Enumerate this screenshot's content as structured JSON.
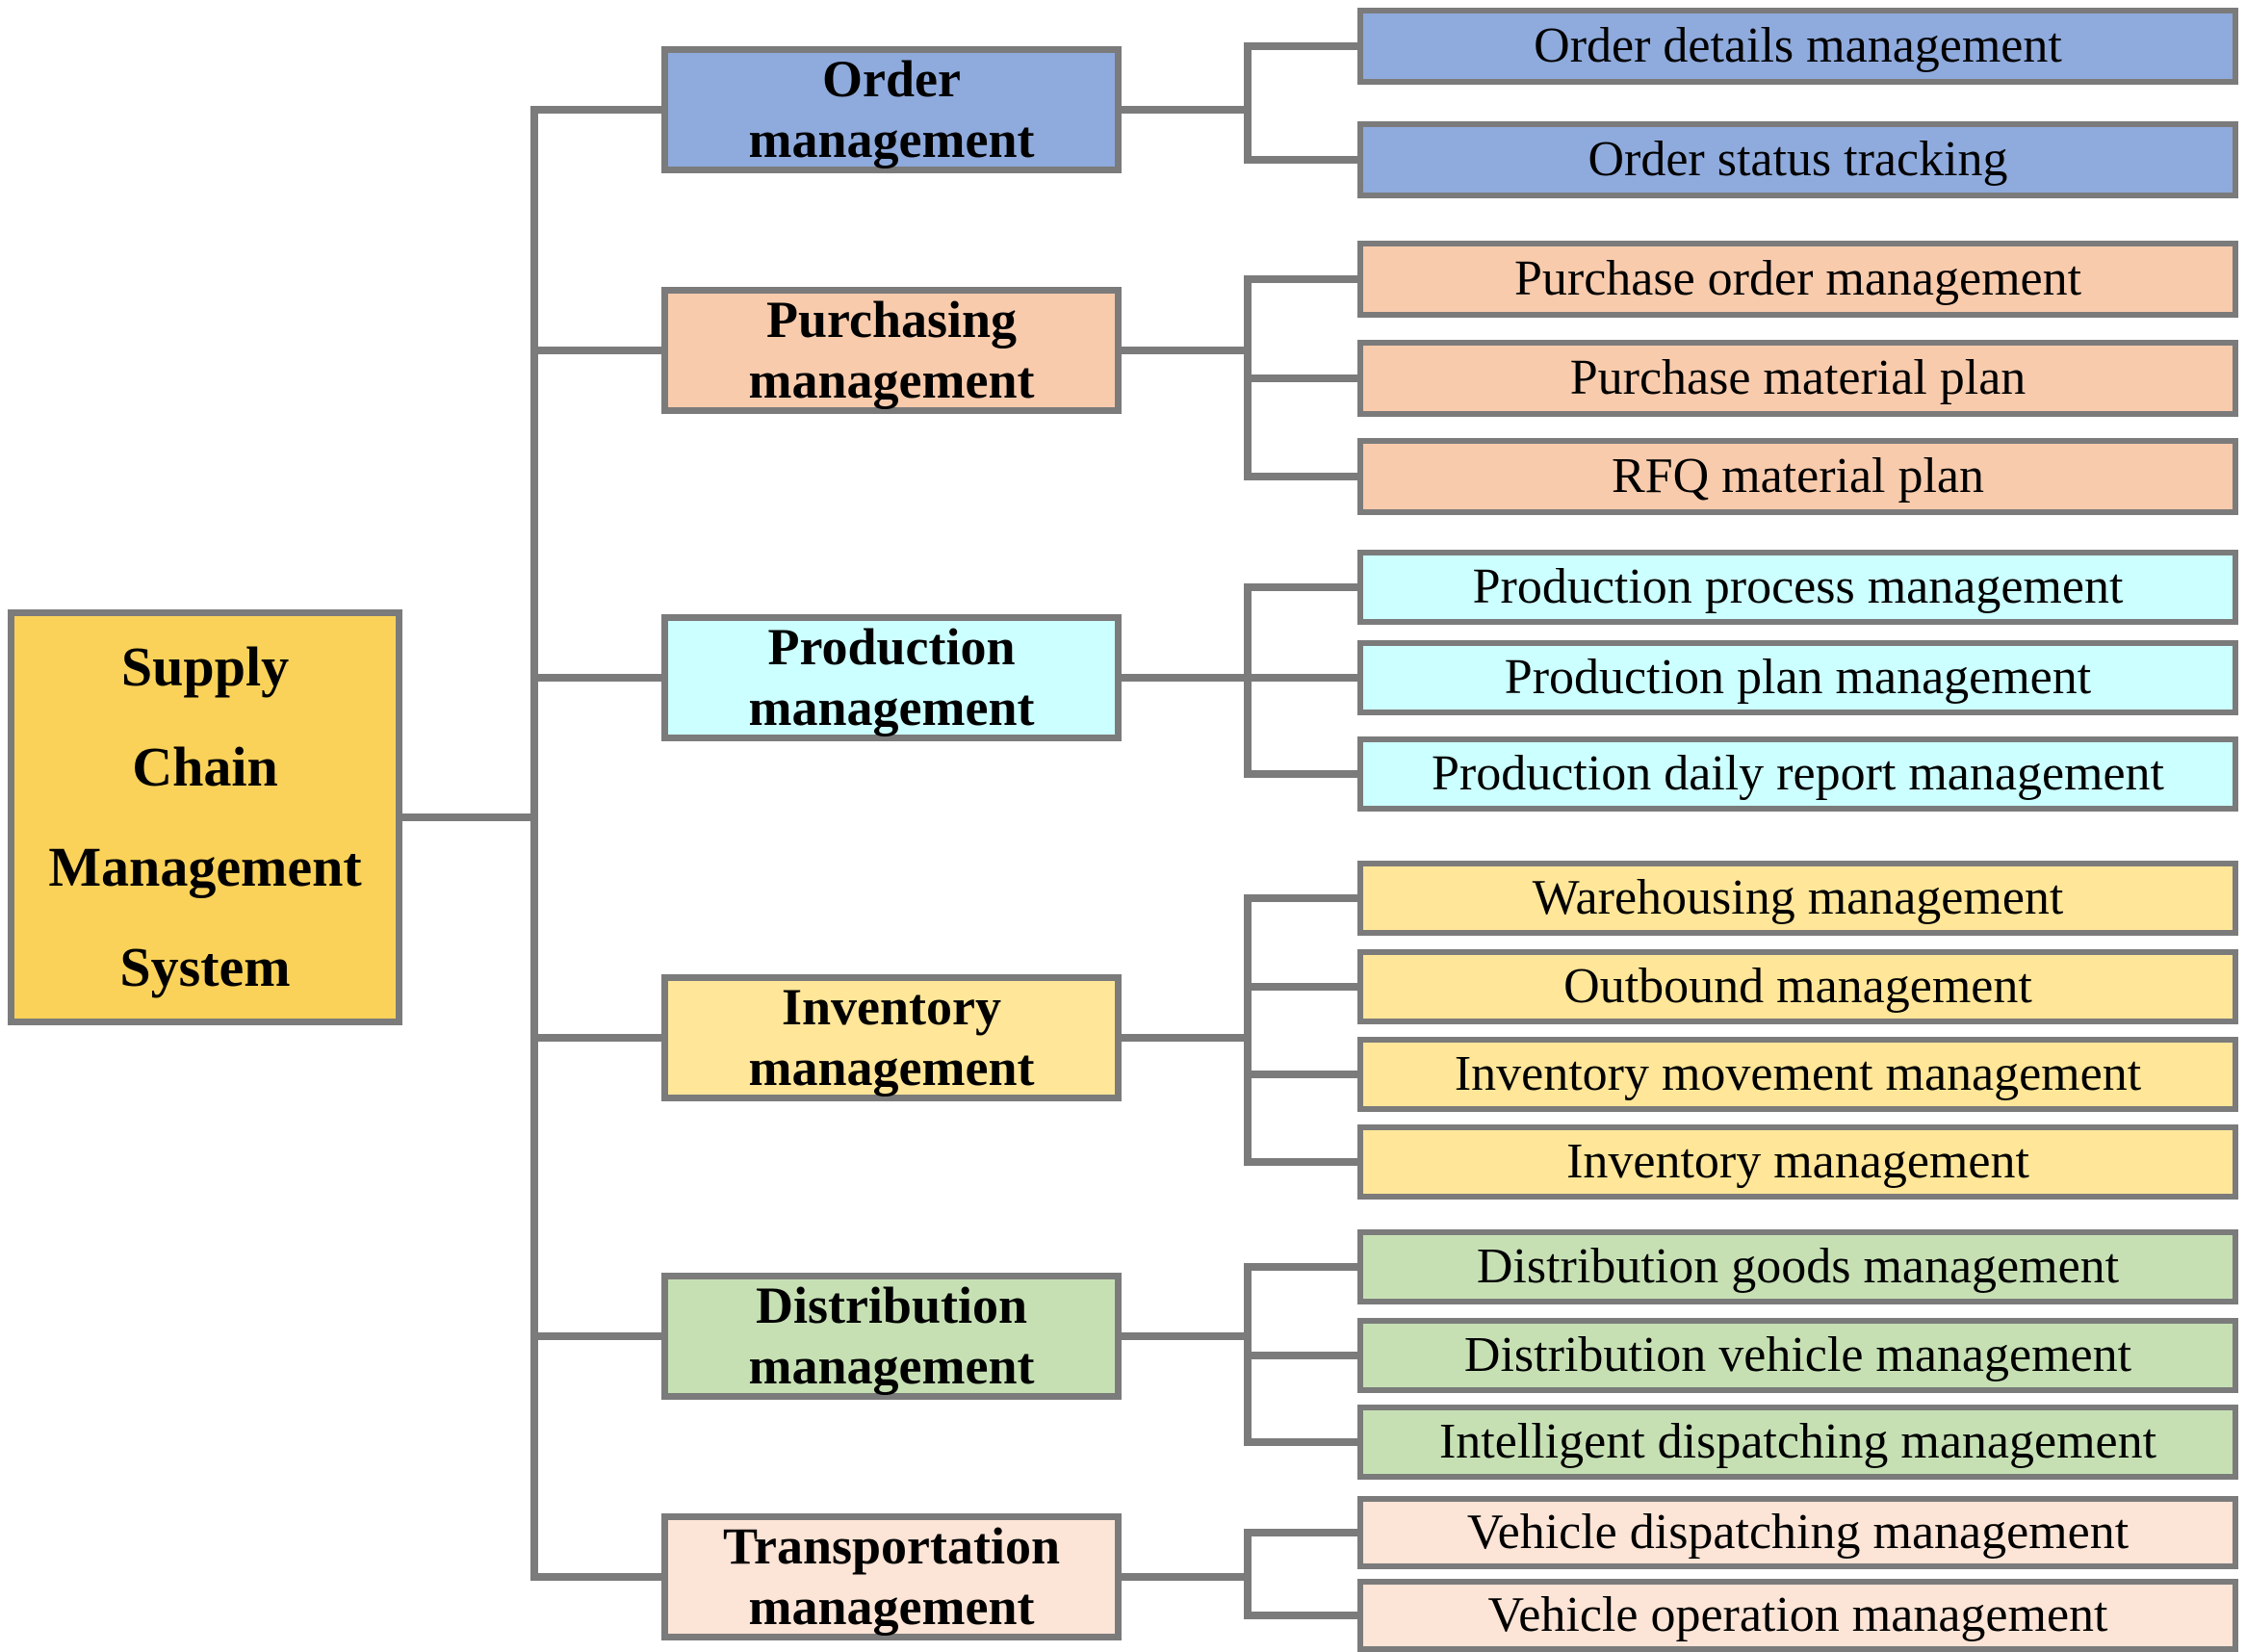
{
  "diagram": {
    "type": "tree",
    "background": "#ffffff",
    "connector_color": "#7b7b7b",
    "border_color": "#7b7b7b",
    "text_color": "#000000",
    "root": {
      "label_lines": [
        "Supply",
        "Chain",
        "Management",
        "System"
      ],
      "fill": "#fad25a"
    },
    "branches": [
      {
        "label_lines": [
          "Order",
          "management"
        ],
        "fill": "#8faadc",
        "children": [
          "Order details management",
          "Order status tracking"
        ]
      },
      {
        "label_lines": [
          "Purchasing",
          "management"
        ],
        "fill": "#f8cbad",
        "children": [
          "Purchase order management",
          "Purchase material plan",
          "RFQ material plan"
        ]
      },
      {
        "label_lines": [
          "Production",
          "management"
        ],
        "fill": "#ccffff",
        "children": [
          "Production process management",
          "Production plan management",
          "Production daily report management"
        ]
      },
      {
        "label_lines": [
          "Inventory",
          "management"
        ],
        "fill": "#ffe699",
        "children": [
          "Warehousing management",
          "Outbound management",
          "Inventory movement management",
          "Inventory management"
        ]
      },
      {
        "label_lines": [
          "Distribution",
          "management"
        ],
        "fill": "#c6e0b4",
        "children": [
          "Distribution goods management",
          "Distribution vehicle management",
          "Intelligent dispatching management"
        ]
      },
      {
        "label_lines": [
          "Transportation",
          "management"
        ],
        "fill": "#fce4d6",
        "children": [
          "Vehicle dispatching management",
          "Vehicle operation management"
        ]
      }
    ]
  }
}
